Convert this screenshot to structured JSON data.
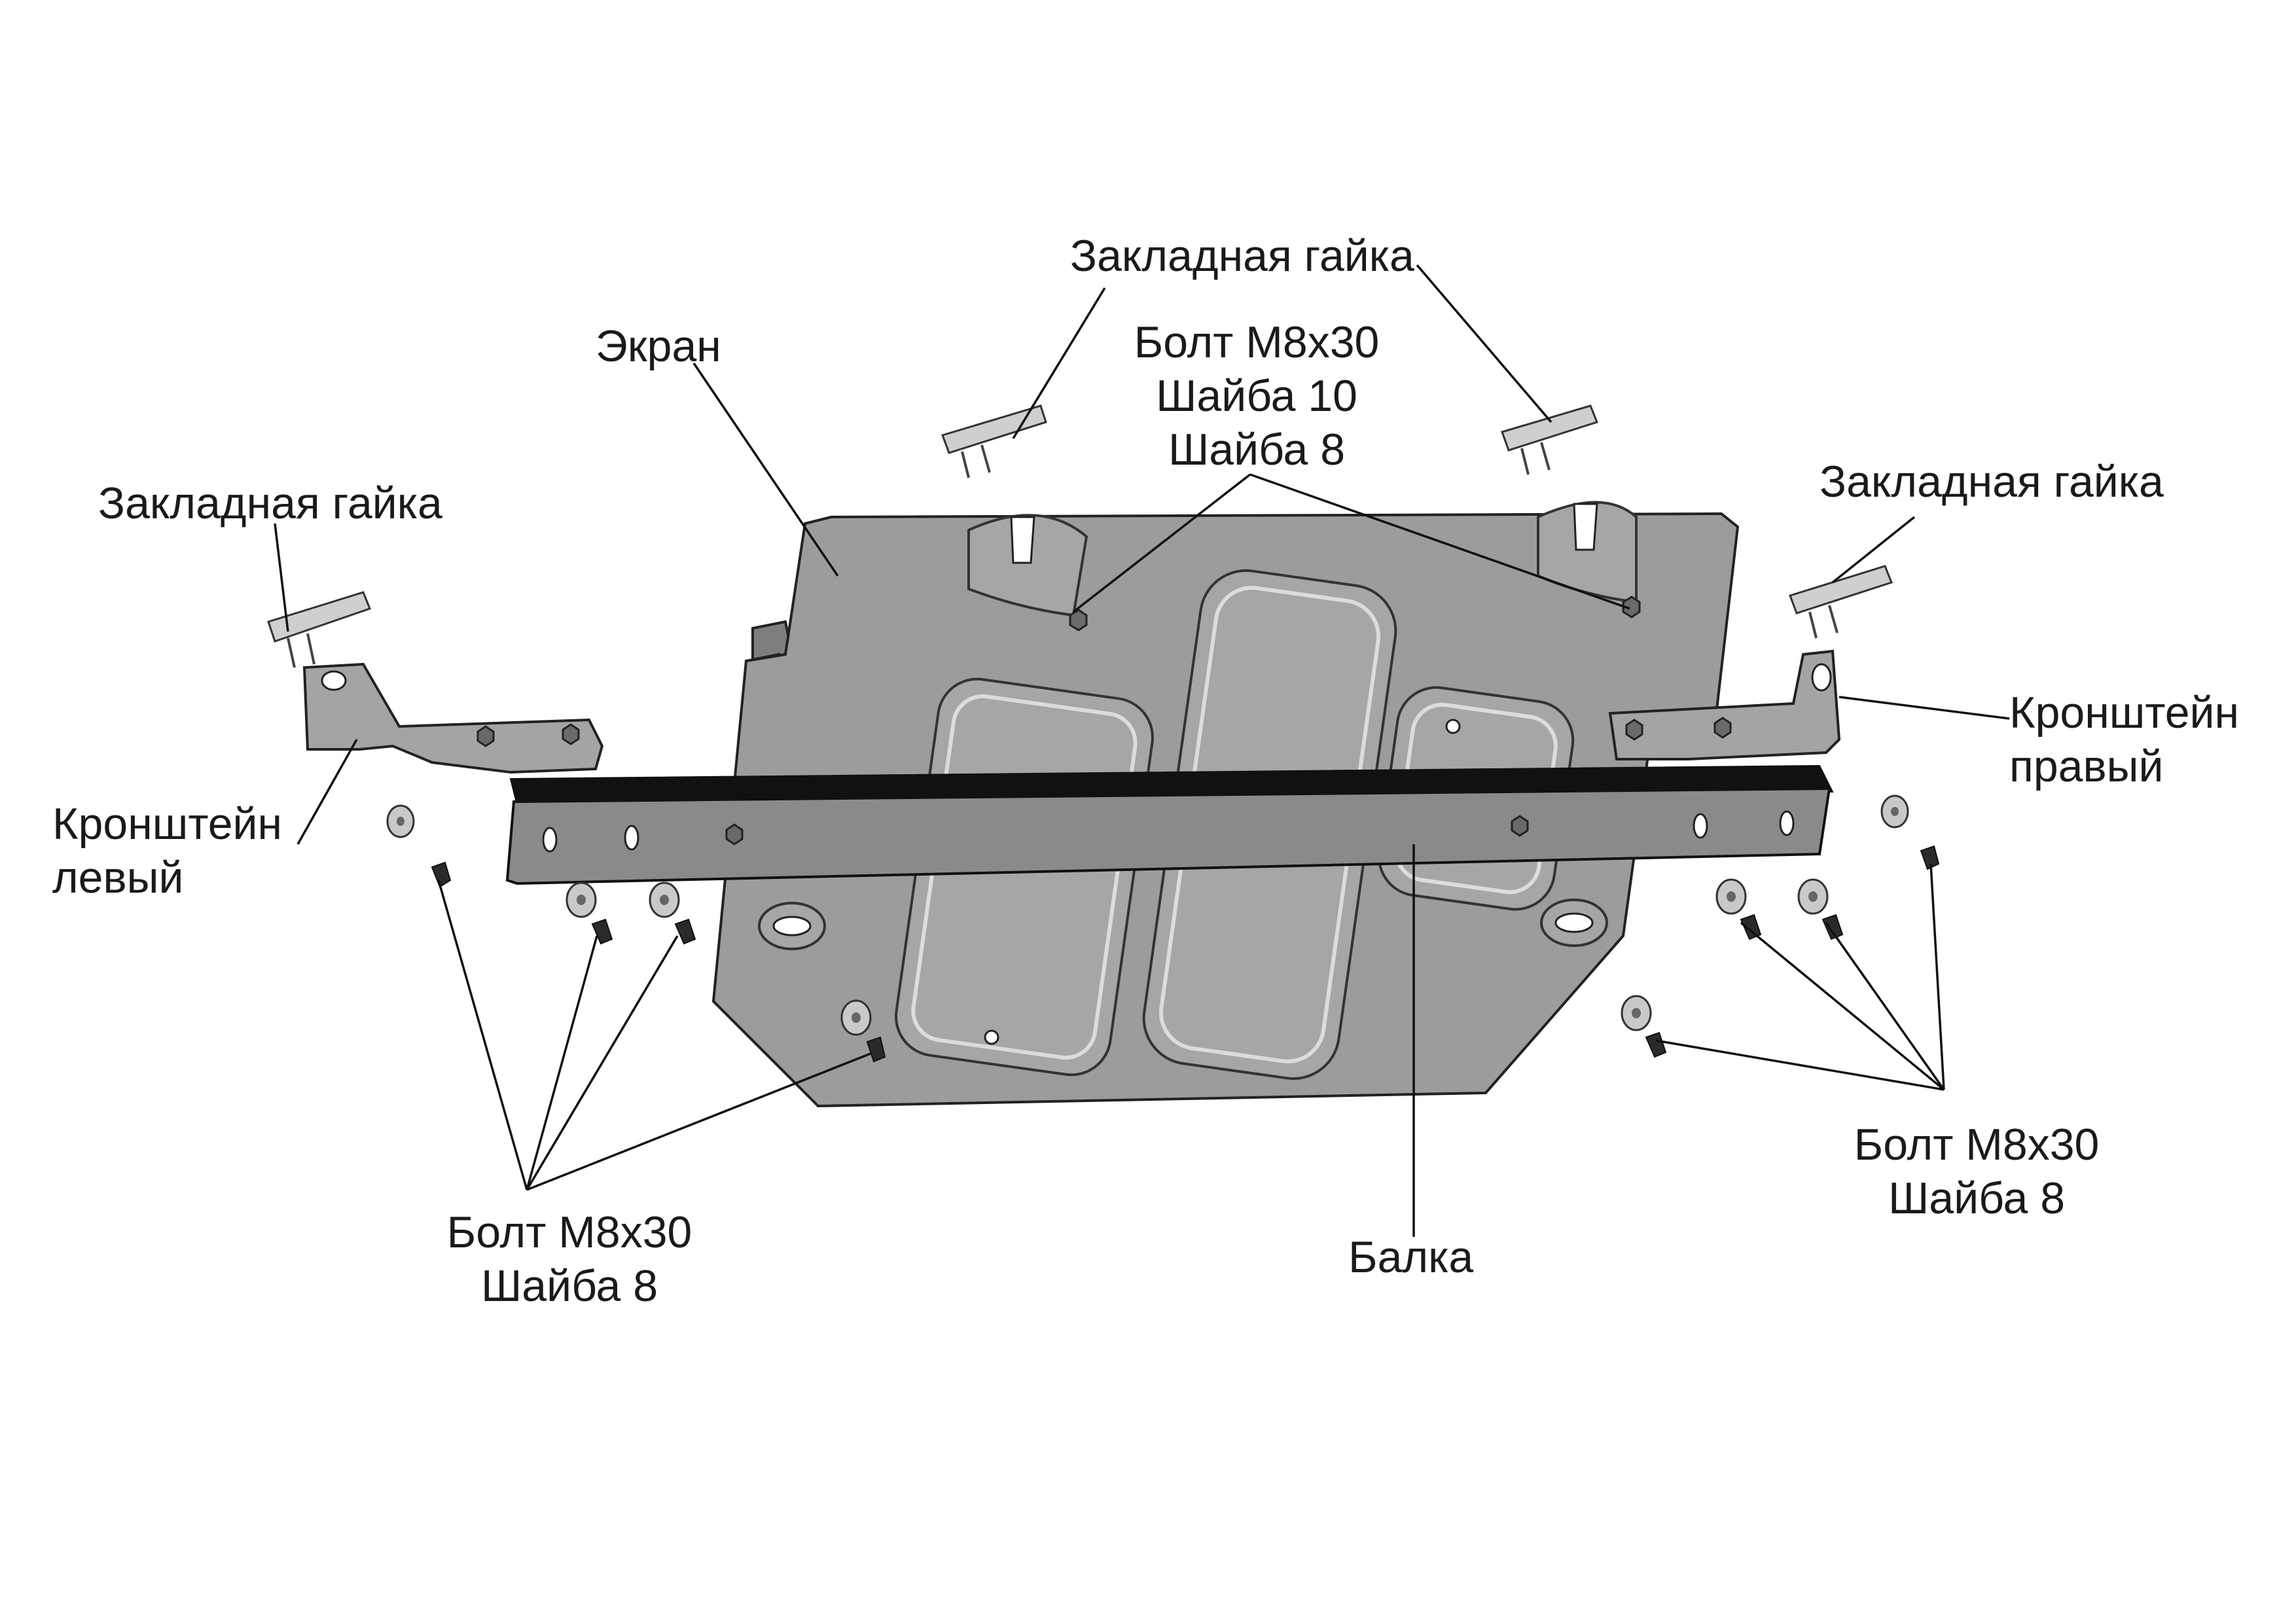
{
  "labels": {
    "ekran": "Экран",
    "nut_top": "Закладная гайка",
    "nut_left": "Закладная гайка",
    "nut_right": "Закладная гайка",
    "bolt_top": [
      "Болт М8х30",
      "Шайба 10",
      "Шайба 8"
    ],
    "bracket_left": [
      "Кронштейн",
      "левый"
    ],
    "bracket_right": [
      "Кронштейн",
      "правый"
    ],
    "bolt_left": [
      "Болт М8х30",
      "Шайба 8"
    ],
    "bolt_right": [
      "Болт М8х30",
      "Шайба 8"
    ],
    "beam": "Балка"
  },
  "colors": {
    "plate": "#9c9c9c",
    "beam": "#8a8a8a",
    "line": "#111111"
  }
}
